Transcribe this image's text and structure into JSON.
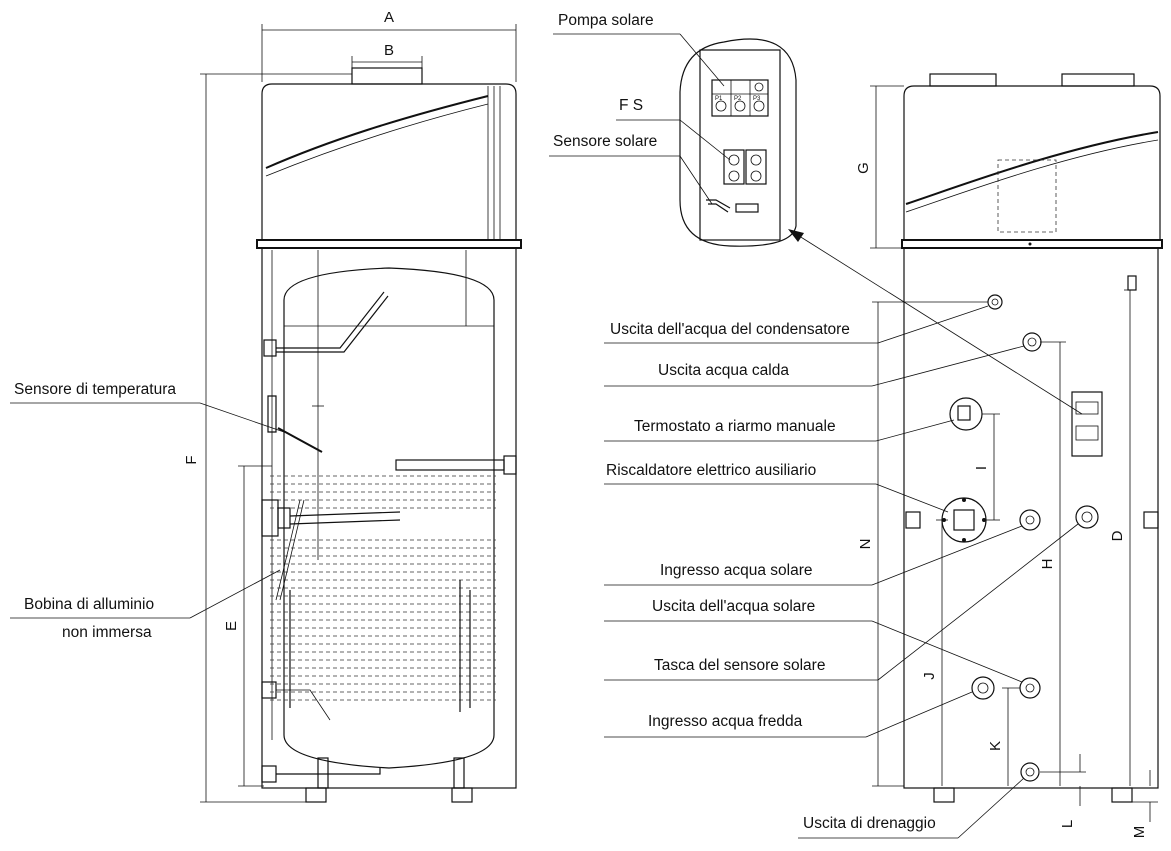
{
  "left_view": {
    "labels": {
      "temp_sensor": "Sensore di temperatura",
      "coil_line1": "Bobina di alluminio",
      "coil_line2": "non immersa"
    },
    "dims": {
      "A": "A",
      "B": "B",
      "F": "F",
      "E": "E"
    }
  },
  "detail": {
    "labels": {
      "pump": "Pompa solare",
      "fs": "F S",
      "solar_sensor": "Sensore solare"
    },
    "terminals": [
      "P1",
      "P2",
      "P3"
    ]
  },
  "right_view": {
    "labels": {
      "condenser_out": "Uscita dell'acqua del condensatore",
      "hot_out": "Uscita acqua calda",
      "thermostat": "Termostato a riarmo manuale",
      "heater": "Riscaldatore elettrico ausiliario",
      "solar_in": "Ingresso acqua solare",
      "solar_out": "Uscita dell'acqua solare",
      "sensor_pocket": "Tasca del sensore solare",
      "cold_in": "Ingresso acqua fredda",
      "drain": "Uscita di drenaggio"
    },
    "dims": {
      "G": "G",
      "I": "I",
      "N": "N",
      "H": "H",
      "D": "D",
      "J": "J",
      "K": "K",
      "L": "L",
      "M": "M"
    }
  }
}
